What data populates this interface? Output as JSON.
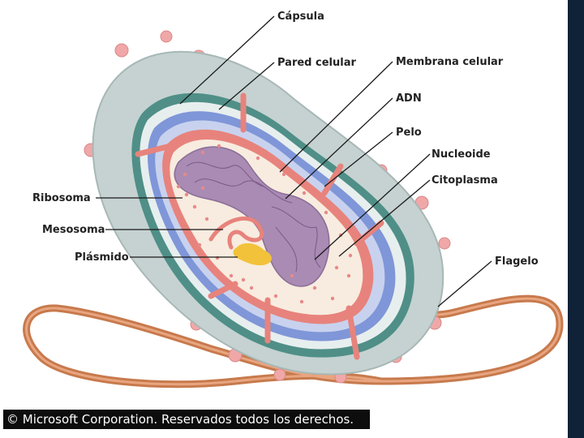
{
  "labels": {
    "capsula": "Cápsula",
    "pared_celular": "Pared celular",
    "membrana_celular": "Membrana celular",
    "adn": "ADN",
    "pelo": "Pelo",
    "nucleoide": "Nucleoide",
    "citoplasma": "Citoplasma",
    "ribosoma": "Ribosoma",
    "mesosoma": "Mesosoma",
    "plasmido": "Plásmido",
    "flagelo": "Flagelo"
  },
  "copyright": "© Microsoft Corporation. Reservados todos los derechos.",
  "colors": {
    "capsule": "#c5d2d1",
    "cell_wall": "#4f8f87",
    "blue_layer": "#7f96d8",
    "membrane": "#e7837c",
    "cytoplasm": "#f7ecdf",
    "nucleoid": "#a98bb3",
    "plasmid": "#f2c23a",
    "flagellum": "#c77a4d",
    "pili": "#f0a7a7",
    "side_strip": "#0f2237"
  }
}
